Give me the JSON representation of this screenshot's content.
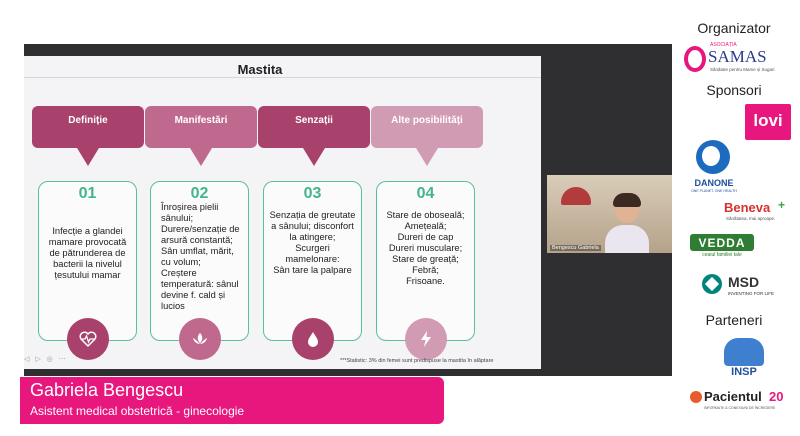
{
  "slide": {
    "title": "Mastita",
    "tabs": [
      {
        "label": "Definiție",
        "color": "#a8426c"
      },
      {
        "label": "Manifestări",
        "color": "#c0698e"
      },
      {
        "label": "Senzații",
        "color": "#a8426c"
      },
      {
        "label": "Alte posibilități",
        "color": "#d29bb4"
      }
    ],
    "cards": [
      {
        "num": "01",
        "text": "Infecție a glandei mamare provocată de pătrunderea de bacterii la nivelul țesutului mamar"
      },
      {
        "num": "02",
        "text": "Înroșirea pielii sânului;\nDurere/senzație de arsură constantă;\nSân umflat, mărit, cu volum;\nCreștere temperatură: sânul devine f. cald și lucios"
      },
      {
        "num": "03",
        "text": "Senzația de greutate a sânului; disconfort la atingere;\nScurgeri mamelonare:\nSân tare la palpare"
      },
      {
        "num": "04",
        "text": "Stare de oboseală;\nAmețeală;\nDureri de cap\nDureri musculare;\nStare de greață;\nFebră;\nFrisoane."
      }
    ],
    "footnote": "***Statistic: 3% din femei sunt predispuse la mastita în alăptare",
    "controls": "◁ ▷ ◎ ⋯"
  },
  "webcam": {
    "label": "Bengescu Gabriela"
  },
  "banner": {
    "name": "Gabriela Bengescu",
    "role": "Asistent medical obstetrică - ginecologie"
  },
  "sidebar": {
    "organizer_heading": "Organizator",
    "sponsors_heading": "Sponsori",
    "partners_heading": "Parteneri",
    "samas_top": "ASOCIAȚIA",
    "samas_name": "SAMAS",
    "samas_sub": "Sănătate pentru Mame și Sugari",
    "lovi": "lovi",
    "danone": "DANONE",
    "danone_sub": "ONE PLANET. ONE HEALTH",
    "beneva": "Beneva",
    "beneva_sub": "Sănătatea, mai aproape.",
    "vedda": "VEDDA",
    "vedda_sub": "ceaiul familiei tale",
    "msd": "MSD",
    "msd_sub": "INVENTING FOR LIFE",
    "insp": "INSP",
    "pacientul": "Pacientul",
    "pacientul_num": "20",
    "pacientul_sub": "INFORMAȚII & CONEXIUNI DE ÎNCREDERE"
  },
  "colors": {
    "accent": "#e8177e",
    "card_border": "#5dbf98",
    "number": "#43b58b"
  }
}
